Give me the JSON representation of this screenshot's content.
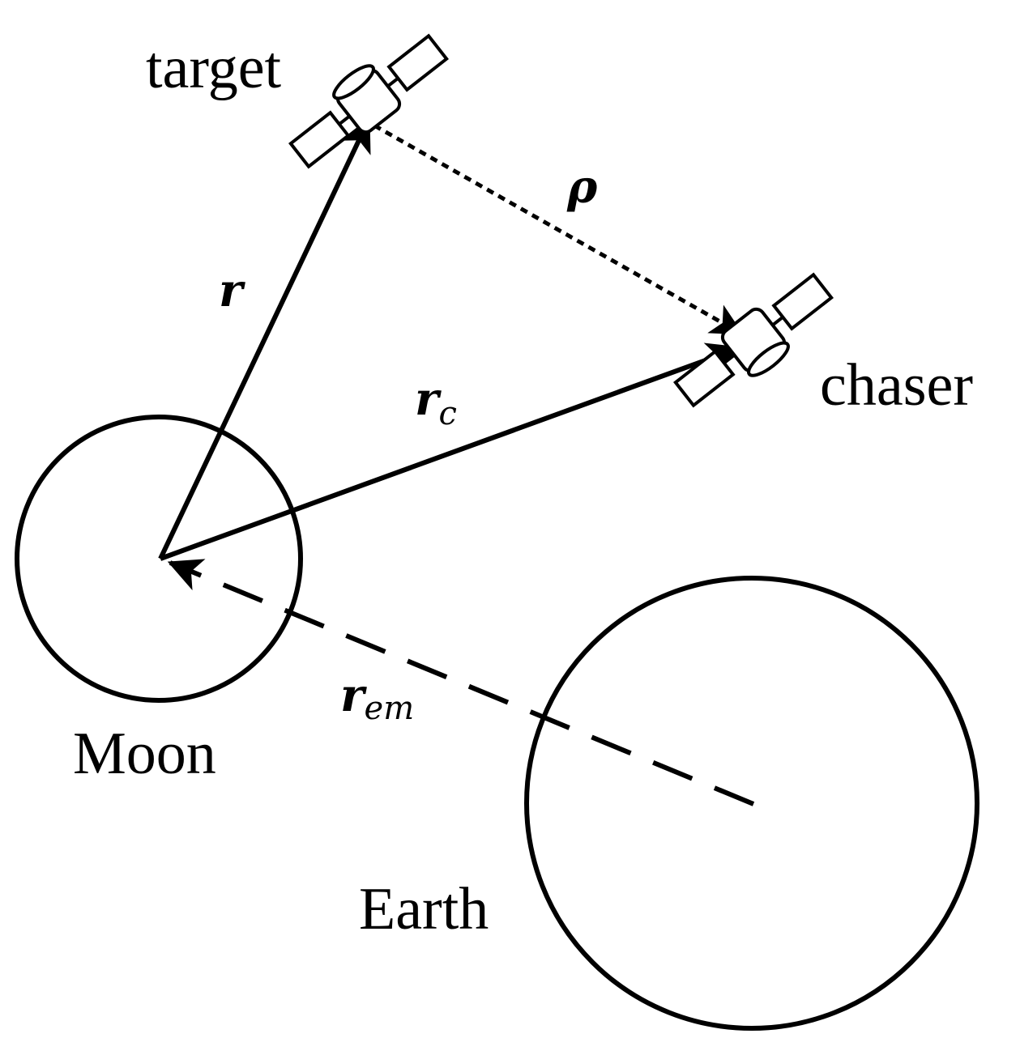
{
  "labels": {
    "target": "target",
    "chaser": "chaser",
    "moon": "Moon",
    "earth": "Earth"
  },
  "vectors": {
    "r": "r",
    "rho": "ρ",
    "r_c_main": "r",
    "r_c_sub": "c",
    "r_em_main": "r",
    "r_em_sub": "em"
  },
  "colors": {
    "stroke": "#000000",
    "background": "#ffffff"
  }
}
